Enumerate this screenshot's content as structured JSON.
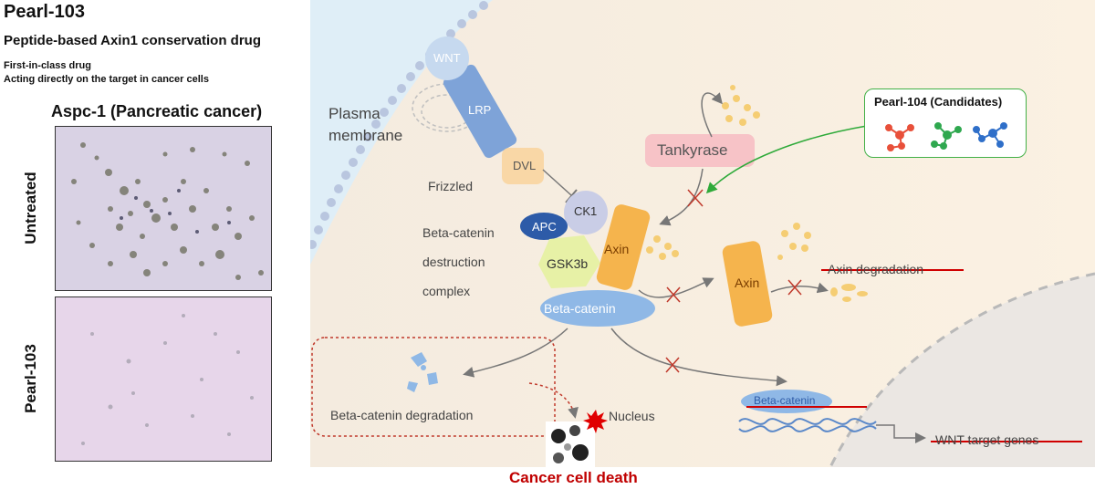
{
  "header": {
    "title": "Pearl-103",
    "subtitle": "Peptide-based Axin1 conservation drug",
    "notes": [
      "First-in-class drug",
      "Acting directly on the target in cancer cells"
    ]
  },
  "micrographs": {
    "title": "Aspc-1 (Pancreatic cancer)",
    "rows": [
      {
        "label": "Untreated",
        "color": "#d9d2e4"
      },
      {
        "label": "Pearl-103",
        "color": "#e7d6ea"
      }
    ]
  },
  "diagram": {
    "plasma_membrane": "Plasma\nmembrane",
    "wnt": "WNT",
    "lrp": "LRP",
    "dvl": "DVL",
    "frizzled": "Frizzled",
    "ck1": "CK1",
    "apc": "APC",
    "gsk3b": "GSK3b",
    "axin": "Axin",
    "axin2": "Axin",
    "beta_catenin": "Beta-catenin",
    "complex_label": [
      "Beta-catenin",
      "destruction",
      "complex"
    ],
    "tankyrase": "Tankyrase",
    "axin_degradation": "Axin degradation",
    "beta_catenin_degradation": "Beta-catenin degradation",
    "nucleus": "Nucleus",
    "nuclear_beta_catenin": "Beta-catenin",
    "wnt_target_genes": "WNT target genes",
    "cancer_cell_death": "Cancer cell death",
    "candidates_title": "Pearl-104 (Candidates)",
    "candidate_colors": [
      "#e8503a",
      "#2fa84f",
      "#2f6fc9"
    ]
  }
}
